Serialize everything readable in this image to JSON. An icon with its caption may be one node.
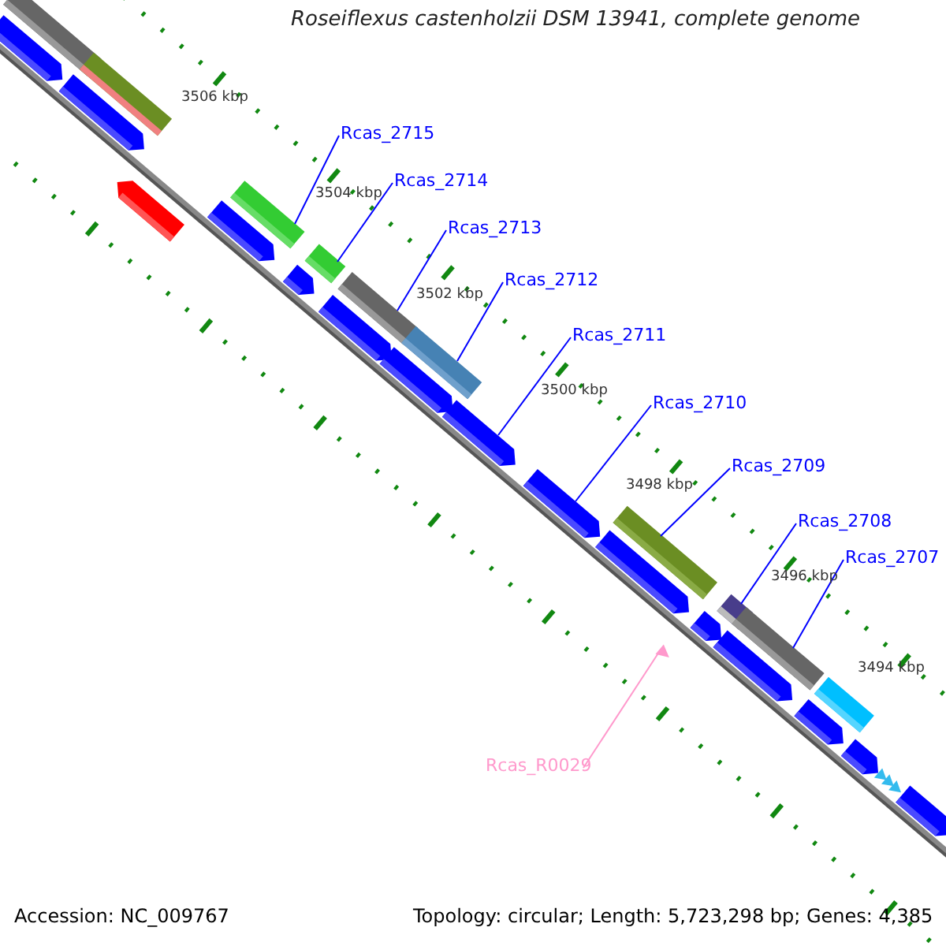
{
  "diagram": {
    "title": "Roseiflexus castenholzii DSM 13941, complete genome",
    "nodes": [
      {
        "text": [
          "Rcas_2715"
        ]
      },
      {
        "text": [
          "Rcas_2714"
        ]
      },
      {
        "text": [
          "Rcas_2713"
        ]
      },
      {
        "text": [
          "Rcas_2712"
        ]
      },
      {
        "text": [
          "Rcas_2711"
        ]
      },
      {
        "text": [
          "Rcas_2710"
        ]
      },
      {
        "text": [
          "Rcas_2709"
        ]
      },
      {
        "text": [
          "Rcas_2708"
        ]
      },
      {
        "text": [
          "Rcas_2707"
        ]
      },
      {
        "text": [
          "Rcas_R0029"
        ]
      },
      {
        "text": [],
        "shape": "arrow"
      },
      {
        "text": [],
        "shape": "bar"
      },
      {
        "text": [],
        "shape": "arrow"
      },
      {
        "text": [],
        "shape": "bar"
      },
      {
        "text": [],
        "shape": "arrow"
      },
      {
        "text": [],
        "shape": "arrow"
      },
      {
        "text": [],
        "shape": "bar"
      },
      {
        "text": [],
        "shape": "arrow"
      },
      {
        "text": [],
        "shape": "bar"
      },
      {
        "text": [],
        "shape": "arrow"
      },
      {
        "text": [],
        "shape": "bar"
      },
      {
        "text": [],
        "shape": "arrow"
      },
      {
        "text": [],
        "shape": "bar"
      },
      {
        "text": [],
        "shape": "arrow"
      },
      {
        "text": [],
        "shape": "arrow"
      },
      {
        "text": [],
        "shape": "arrow"
      },
      {
        "text": [],
        "shape": "triangle"
      },
      {
        "text": [],
        "shape": "bar"
      },
      {
        "text": [],
        "shape": "arrow"
      },
      {
        "text": [],
        "shape": "bar"
      },
      {
        "text": [],
        "shape": "arrow"
      },
      {
        "text": [],
        "shape": "bar"
      },
      {
        "text": [],
        "shape": "arrow"
      },
      {
        "text": [],
        "shape": "bar"
      },
      {
        "text": [],
        "shape": "arrow"
      },
      {
        "text": [],
        "shape": "triangle"
      },
      {
        "text": [],
        "shape": "triangle"
      },
      {
        "text": [],
        "shape": "triangle"
      },
      {
        "text": [],
        "shape": "arrow"
      }
    ],
    "edges": [
      {
        "from": 0,
        "to": 16,
        "arrow": "none"
      },
      {
        "from": 1,
        "to": 18,
        "arrow": "none"
      },
      {
        "from": 2,
        "to": 20,
        "arrow": "none"
      },
      {
        "from": 3,
        "to": 22,
        "arrow": "none"
      },
      {
        "from": 4,
        "to": 23,
        "arrow": "none"
      },
      {
        "from": 5,
        "to": 24,
        "arrow": "none"
      },
      {
        "from": 6,
        "to": 27,
        "arrow": "none"
      },
      {
        "from": 7,
        "to": 29,
        "arrow": "none"
      },
      {
        "from": 8,
        "to": 31,
        "arrow": "none"
      },
      {
        "from": 9,
        "to": 26,
        "arrow": "none",
        "color": "#ff99cc"
      }
    ],
    "labels": [
      "3506 kbp",
      "3504 kbp",
      "3502 kbp",
      "3500 kbp",
      "3498 kbp",
      "3496 kbp",
      "3494 kbp",
      "Accession: NC_009767",
      "Topology: circular; Length: 5,723,298 bp; Genes: 4,385"
    ]
  }
}
